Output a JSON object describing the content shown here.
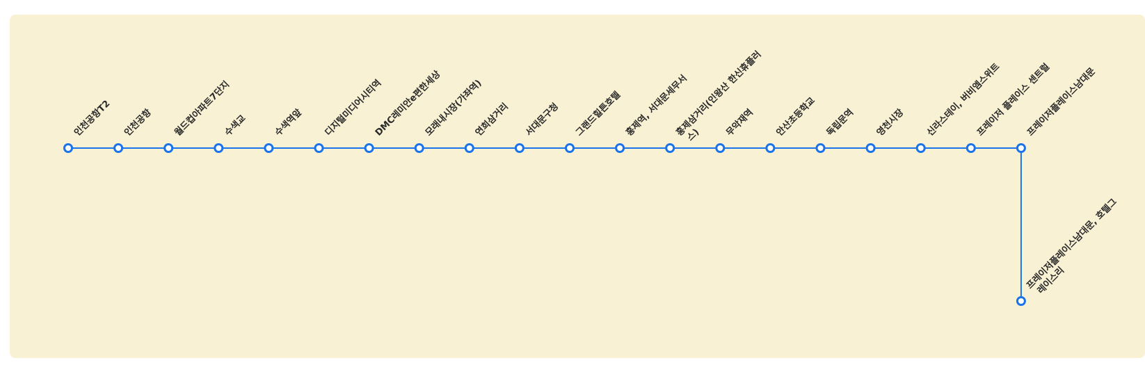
{
  "route": {
    "line_color": "#1a73e8",
    "stop_fill": "#ffffff",
    "background": "#f9f1d4",
    "main_stops": [
      {
        "label": [
          "인천공항T2"
        ]
      },
      {
        "label": [
          "인천공항"
        ]
      },
      {
        "label": [
          "월드컵아파트7단지"
        ]
      },
      {
        "label": [
          "수색교"
        ]
      },
      {
        "label": [
          "수색역앞"
        ]
      },
      {
        "label": [
          "디지털미디어시티역"
        ]
      },
      {
        "label": [
          "DMC레미안e편한세상"
        ]
      },
      {
        "label": [
          "모래내시장(가좌역)"
        ]
      },
      {
        "label": [
          "연희삼거리"
        ]
      },
      {
        "label": [
          "서대문구청"
        ]
      },
      {
        "label": [
          "그랜드힐튼호텔"
        ]
      },
      {
        "label": [
          "홍제역, 서대문세무서"
        ]
      },
      {
        "label": [
          "홍제삼거리(인왕산 한신휴플러",
          "스)"
        ]
      },
      {
        "label": [
          "무악재역"
        ]
      },
      {
        "label": [
          "안산초등학교"
        ]
      },
      {
        "label": [
          "독립문역"
        ]
      },
      {
        "label": [
          "영천시장"
        ]
      },
      {
        "label": [
          "신라스테이, 버비엠스위트"
        ]
      },
      {
        "label": [
          "프레이저 플레이스 센트럴"
        ]
      },
      {
        "label": [
          "프레이저플레이스남대문"
        ]
      }
    ],
    "branch_stop": {
      "label": [
        "프레이저플레이스남대문, 호텔그",
        "레이스리"
      ]
    }
  }
}
